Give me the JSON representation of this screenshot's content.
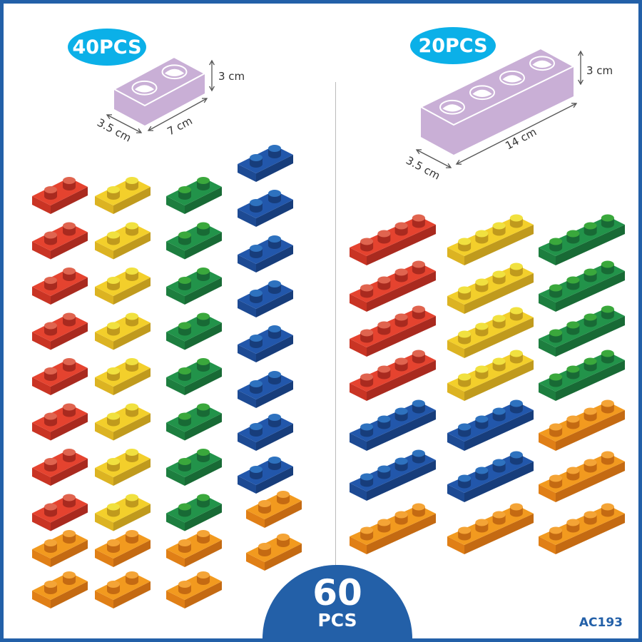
{
  "left_set": {
    "badge": "40PCS",
    "height_label": "3 cm",
    "width_label": "3.5 cm",
    "length_label": "7 cm",
    "columns": [
      [
        "red",
        "red",
        "red",
        "red",
        "red",
        "red",
        "red",
        "red",
        "orange",
        "orange"
      ],
      [
        "yellow",
        "yellow",
        "yellow",
        "yellow",
        "yellow",
        "yellow",
        "yellow",
        "yellow",
        "orange",
        "orange"
      ],
      [
        "green",
        "green",
        "green",
        "green",
        "green",
        "green",
        "green",
        "green",
        "orange",
        "orange"
      ],
      [
        "blue",
        "blue",
        "blue",
        "blue",
        "blue",
        "blue",
        "blue",
        "blue",
        "orange",
        "orange"
      ]
    ]
  },
  "right_set": {
    "badge": "20PCS",
    "height_label": "3 cm",
    "width_label": "3.5 cm",
    "length_label": "14 cm",
    "columns": [
      [
        "red",
        "red",
        "red",
        "red",
        "blue",
        "blue",
        "orange"
      ],
      [
        "yellow",
        "yellow",
        "yellow",
        "yellow",
        "blue",
        "blue",
        "orange"
      ],
      [
        "green",
        "green",
        "green",
        "green",
        "orange",
        "orange",
        "orange"
      ]
    ]
  },
  "total": {
    "count": "60",
    "unit": "PCS"
  },
  "product_code": "AC193",
  "colors": {
    "red": [
      "#e5432f",
      "#c93424",
      "#a92a1f",
      "#e0644f"
    ],
    "yellow": [
      "#f3cf2b",
      "#dcb322",
      "#c09a1d",
      "#f1e13f"
    ],
    "green": [
      "#22934a",
      "#1d7e3f",
      "#186a35",
      "#3aa83c"
    ],
    "blue": [
      "#2257ab",
      "#1d4a93",
      "#173d7b",
      "#2e72bf"
    ],
    "orange": [
      "#f29a1f",
      "#e07f16",
      "#c46a12",
      "#f4a436"
    ],
    "lavender": "#c9afd6",
    "brand": "#2360a8",
    "badge": "#0bb0e8"
  }
}
